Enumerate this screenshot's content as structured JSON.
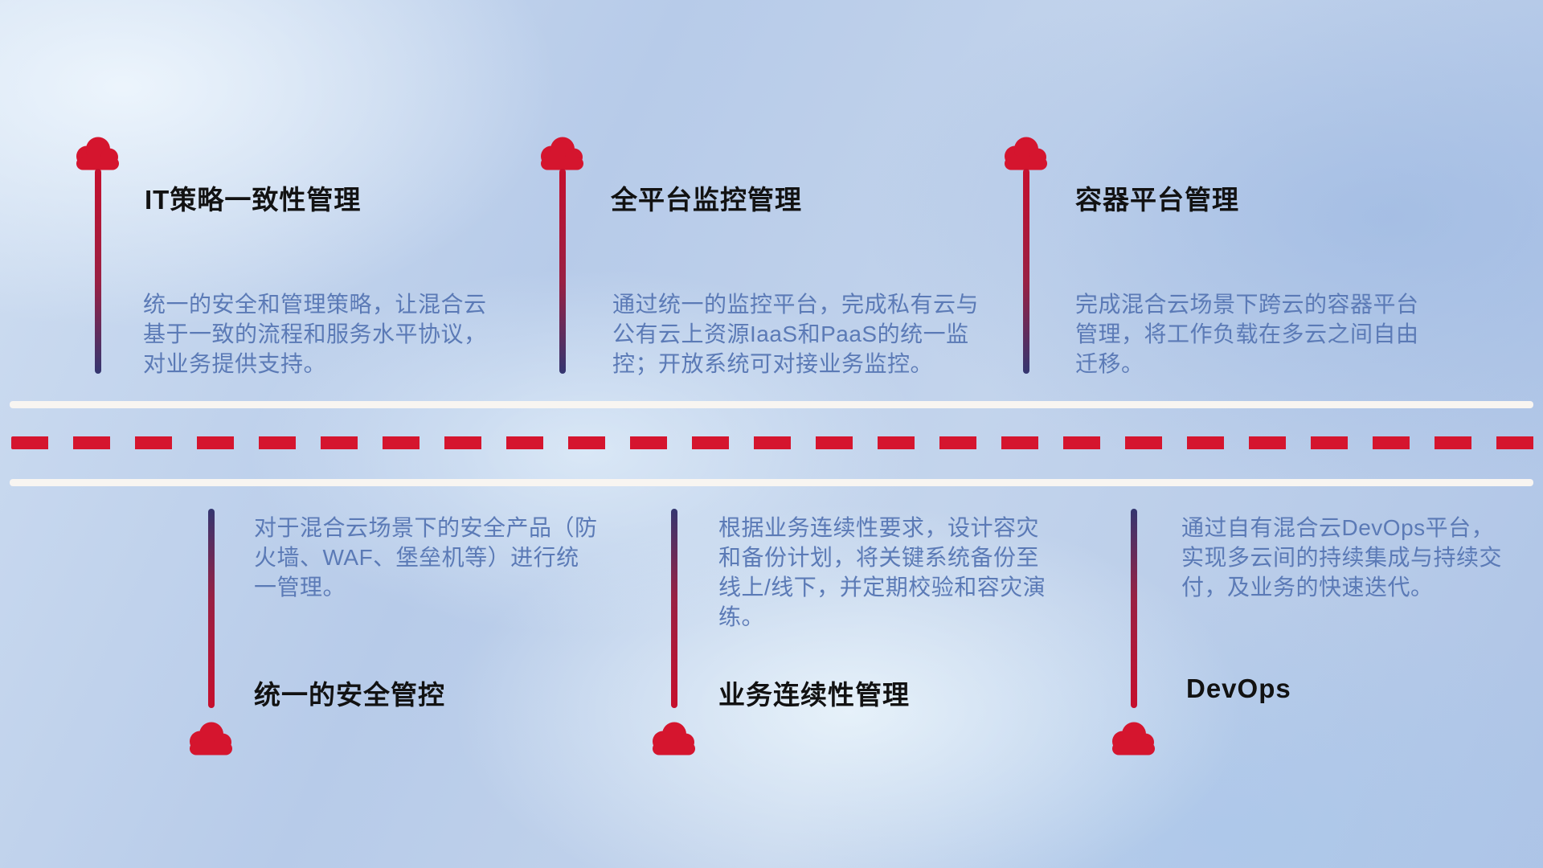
{
  "colors": {
    "accent_red": "#d5152e",
    "stem_navy": "#343670",
    "description_blue": "#5b7ab6",
    "title_black": "#121212",
    "road_white": "#f8f5f1"
  },
  "top_items": [
    {
      "title": "IT策略一致性管理",
      "description": "统一的安全和管理策略，让混合云基于一致的流程和服务水平协议，对业务提供支持。"
    },
    {
      "title": "全平台监控管理",
      "description": "通过统一的监控平台，完成私有云与公有云上资源IaaS和PaaS的统一监控；开放系统可对接业务监控。"
    },
    {
      "title": "容器平台管理",
      "description": "完成混合云场景下跨云的容器平台管理，将工作负载在多云之间自由迁移。"
    }
  ],
  "bottom_items": [
    {
      "title": "统一的安全管控",
      "description": "对于混合云场景下的安全产品（防火墙、WAF、堡垒机等）进行统一管理。"
    },
    {
      "title": "业务连续性管理",
      "description": "根据业务连续性要求，设计容灾和备份计划，将关键系统备份至线上/线下，并定期校验和容灾演练。"
    },
    {
      "title": "DevOps",
      "description": "通过自有混合云DevOps平台，实现多云间的持续集成与持续交付，及业务的快速迭代。"
    }
  ]
}
